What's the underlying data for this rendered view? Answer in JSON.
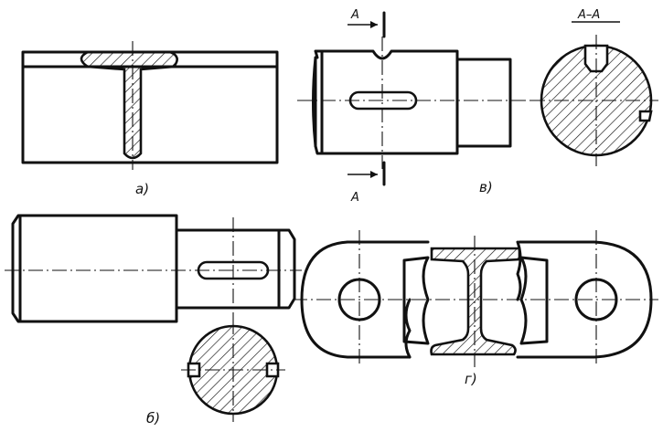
{
  "labels": {
    "fig_a": "а)",
    "fig_b": "б)",
    "fig_v": "в)",
    "fig_g": "г)",
    "section_mark_top": "А",
    "section_mark_bottom": "А",
    "section_title": "А–А"
  }
}
